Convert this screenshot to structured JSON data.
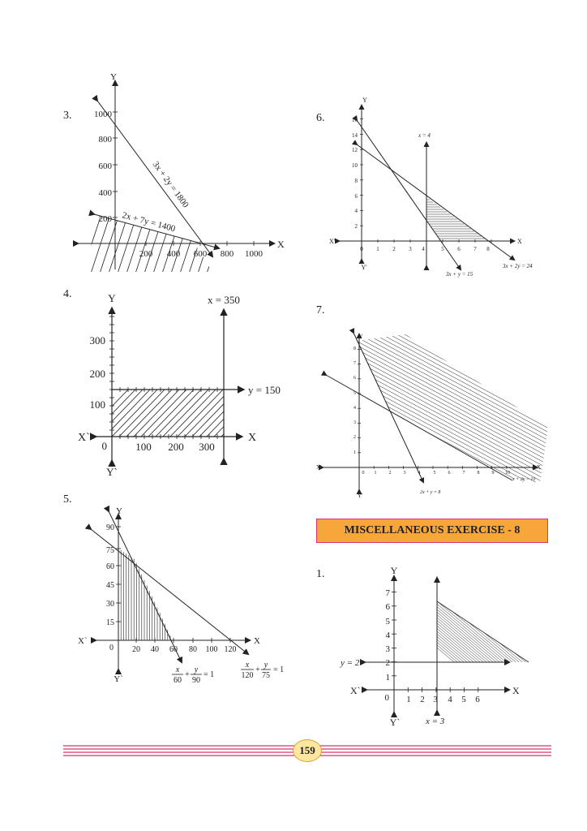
{
  "problems": {
    "p3": {
      "number": "3.",
      "labels": {
        "x": "X",
        "y": "Y",
        "y1000": "1000",
        "y800": "800",
        "y600": "600",
        "y400": "400",
        "y200": "200",
        "x200": "200",
        "x400": "400",
        "x600": "600",
        "x800": "800",
        "x1000": "1000",
        "line1": "3x + 2y = 1800",
        "line2": "2x + 7y = 1400"
      }
    },
    "p4": {
      "number": "4.",
      "labels": {
        "x": "X",
        "xneg": "X`",
        "y": "Y",
        "yneg": "Y`",
        "origin": "0",
        "y300": "300",
        "y200": "200",
        "y100": "100",
        "x100": "100",
        "x200": "200",
        "x300": "300",
        "vline": "x = 350",
        "hline": "y = 150"
      }
    },
    "p5": {
      "number": "5.",
      "labels": {
        "x": "X",
        "xneg": "X`",
        "y": "Y",
        "yneg": "Y`",
        "origin": "0",
        "y90": "90",
        "y75": "75",
        "y60": "60",
        "y45": "45",
        "y30": "30",
        "y15": "15",
        "x20": "20",
        "x40": "40",
        "x60": "60",
        "x80": "80",
        "x100": "100",
        "x120": "120",
        "eq1_a": "x",
        "eq1_b": "60",
        "eq1_c": "y",
        "eq1_d": "90",
        "eq1_e": "= 1",
        "eq2_a": "x",
        "eq2_b": "120",
        "eq2_c": "y",
        "eq2_d": "75",
        "eq2_e": "= 1",
        "plus": "+"
      }
    },
    "p6": {
      "number": "6.",
      "labels": {
        "x": "X",
        "xneg": "X'",
        "y": "Y",
        "yneg": "Y'",
        "origin": "0",
        "y16": "16",
        "y14": "14",
        "y12": "12",
        "y10": "10",
        "y8": "8",
        "y6": "6",
        "y4": "4",
        "y2": "2",
        "x1": "1",
        "x2": "2",
        "x3": "3",
        "x4": "4",
        "x5": "5",
        "x6": "6",
        "x7": "7",
        "x8": "8",
        "vline": "x = 4",
        "line1": "3x + y = 15",
        "line2": "3x + 2y = 24"
      }
    },
    "p7": {
      "number": "7.",
      "labels": {
        "x": "X",
        "xneg": "X'",
        "y": "Y",
        "yneg": "Y'",
        "origin": "0",
        "y8": "8",
        "y7": "7",
        "y6": "6",
        "y5": "5",
        "y4": "4",
        "y3": "3",
        "y2": "2",
        "y1": "1",
        "x1": "1",
        "x2": "2",
        "x3": "3",
        "x4": "4",
        "x5": "5",
        "x6": "6",
        "x7": "7",
        "x8": "8",
        "x9": "9",
        "x10": "10",
        "line1": "2x + y = 8",
        "line2": "x + 2y = 10"
      }
    },
    "m1": {
      "number": "1.",
      "labels": {
        "x": "X",
        "xneg": "X`",
        "y": "Y",
        "yneg": "Y`",
        "origin": "0",
        "y7": "7",
        "y6": "6",
        "y5": "5",
        "y4": "4",
        "y3": "3",
        "y2": "2",
        "y1": "1",
        "x1": "1",
        "x2": "2",
        "x3": "3",
        "x4": "4",
        "x5": "5",
        "x6": "6",
        "vline": "x = 3",
        "hline": "y = 2"
      }
    }
  },
  "section_heading": "MISCELLANEOUS EXERCISE - 8",
  "page_number": "159",
  "colors": {
    "heading_bg": "#f7a63a",
    "heading_border": "#d8336b",
    "footer_lines": "#d8336b"
  }
}
